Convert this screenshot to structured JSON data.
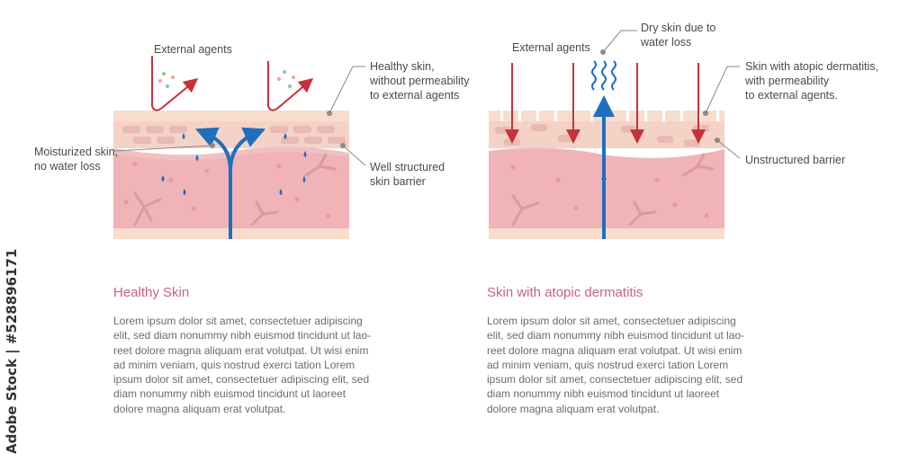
{
  "left_panel": {
    "label_external_agents": "External agents",
    "label_healthy_skin": "Healthy skin,\nwithout permeability\nto external agents",
    "label_moisturized": "Moisturized skin,\nno water loss",
    "label_barrier": "Well structured\nskin barrier",
    "title": "Healthy Skin",
    "body": "Lorem ipsum dolor sit amet, consectetuer adipiscing elit, sed diam nonummy nibh euismod tincidunt ut lao-reet dolore magna aliquam erat volutpat. Ut wisi enim ad minim veniam, quis nostrud exerci tation Lorem ipsum dolor sit amet, consectetuer adipiscing elit, sed diam nonummy nibh euismod tincidunt ut laoreet dolore magna aliquam erat volutpat."
  },
  "right_panel": {
    "label_external_agents": "External agents",
    "label_dry_skin": "Dry skin due to\nwater loss",
    "label_atopic": "Skin with atopic dermatitis,\nwith permeability\nto external agents.",
    "label_barrier": "Unstructured barrier",
    "title": "Skin with atopic dermatitis",
    "body": "Lorem ipsum dolor sit amet, consectetuer adipiscing elit, sed diam nonummy nibh euismod tincidunt ut lao-reet dolore magna aliquam erat volutpat. Ut wisi enim ad minim veniam, quis nostrud exerci tation Lorem ipsum dolor sit amet, consectetuer adipiscing elit, sed diam nonummy nibh euismod tincidunt ut laoreet dolore magna aliquam erat volutpat."
  },
  "credit": "Adobe Stock | #528896171",
  "colors": {
    "skin_top": "#f8dccc",
    "skin_barrier": "#f2c7c1",
    "dermis": "#efb3b8",
    "arrow_red": "#c8303a",
    "arrow_blue": "#1f6fbf",
    "title": "#c4657e"
  }
}
